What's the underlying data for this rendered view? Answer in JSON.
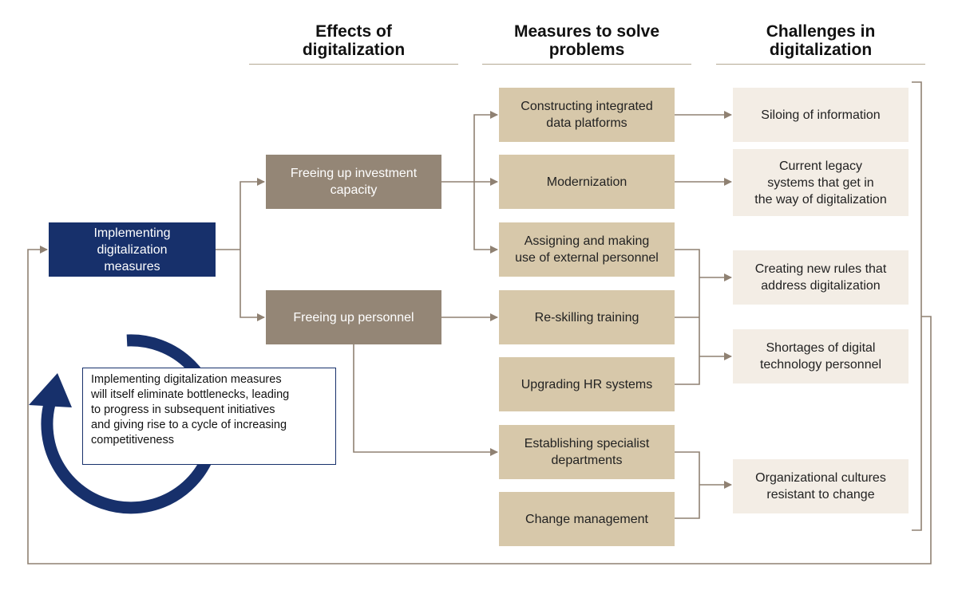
{
  "headers": {
    "effects": "Effects of\ndigitalization",
    "measures": "Measures to solve\nproblems",
    "challenges": "Challenges in\ndigitalization"
  },
  "start_box": "Implementing\ndigitalization\nmeasures",
  "effects": {
    "investment": "Freeing up investment\ncapacity",
    "personnel": "Freeing up personnel"
  },
  "measures": {
    "platforms": "Constructing integrated\ndata platforms",
    "modernization": "Modernization",
    "external": "Assigning and making\nuse of external personnel",
    "reskilling": "Re-skilling training",
    "hr_systems": "Upgrading HR systems",
    "specialist": "Establishing specialist\ndepartments",
    "change_mgmt": "Change management"
  },
  "challenges": {
    "siloing": "Siloing of information",
    "legacy": "Current legacy\nsystems that get in\nthe way of digitalization",
    "rules": "Creating new rules that\naddress digitalization",
    "shortages": "Shortages of digital\ntechnology personnel",
    "cultures": "Organizational cultures\nresistant to change"
  },
  "cycle_note": "Implementing digitalization measures\nwill itself eliminate bottlenecks, leading\nto progress in subsequent initiatives\nand giving rise to a cycle of increasing\ncompetitiveness",
  "colors": {
    "navy": "#17306b",
    "connector": "#8f8172",
    "effect_fill": "#948676",
    "measure_fill": "#d7c8aa",
    "challenge_fill": "#f3ede5"
  }
}
